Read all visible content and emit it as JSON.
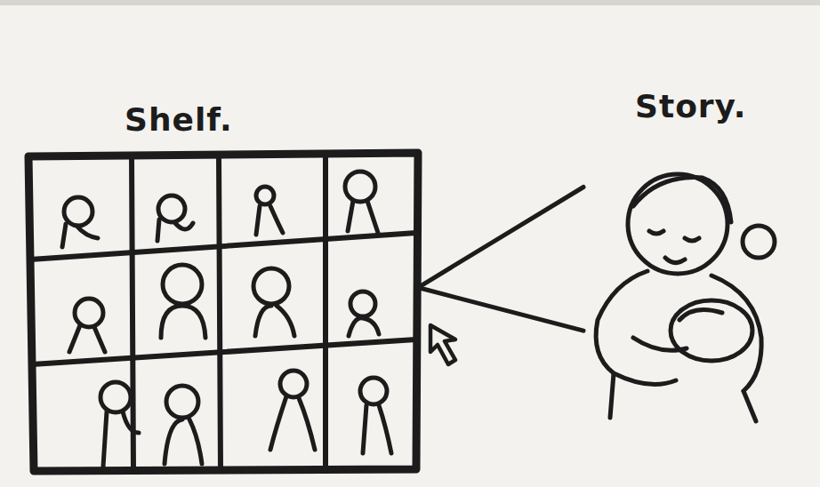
{
  "diagram": {
    "nodes": [
      {
        "text": [
          "Shelf."
        ]
      },
      {
        "text": [
          "Story."
        ]
      }
    ],
    "edges": [
      {
        "from": 1,
        "to": 0,
        "arrow": "none"
      }
    ]
  }
}
